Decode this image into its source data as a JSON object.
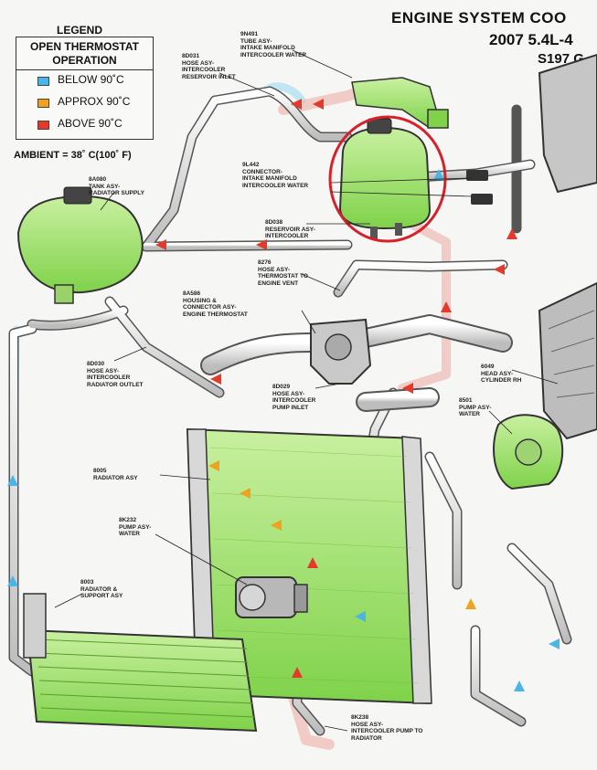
{
  "title": {
    "line1": "ENGINE SYSTEM COO",
    "line2": "2007 5.4L-4",
    "line3": "S197 G"
  },
  "legend": {
    "heading": "LEGEND",
    "header": "OPEN THERMOSTAT\nOPERATION",
    "items": [
      {
        "label": "BELOW 90˚C",
        "color": "#49b6e6"
      },
      {
        "label": "APPROX 90˚C",
        "color": "#f0a21e"
      },
      {
        "label": "ABOVE 90˚C",
        "color": "#e33a2b"
      }
    ],
    "ambient": "AMBIENT = 38˚ C(100˚ F)"
  },
  "callouts": [
    {
      "id": "tube-asy-intake-manifold",
      "text": "9N491\nTUBE ASY-\nINTAKE MANIFOLD\nINTERCOOLER WATER"
    },
    {
      "id": "hose-asy-reservoir-inlet",
      "text": "8D031\nHOSE ASY-\nINTERCOOLER\nRESERVOIR INLET"
    },
    {
      "id": "connector-intake-manifold",
      "text": "9L442\nCONNECTOR-\nINTAKE MANIFOLD\nINTERCOOLER WATER"
    },
    {
      "id": "tank-asy-radiator-supply",
      "text": "8A080\nTANK ASY-\nRADIATOR SUPPLY"
    },
    {
      "id": "reservoir-asy-intercooler",
      "text": "8D038\nRESERVOIR ASY-\nINTERCOOLER"
    },
    {
      "id": "hose-asy-thermostat-vent",
      "text": "8276\nHOSE ASY-\nTHERMOSTAT TO\nENGINE VENT"
    },
    {
      "id": "housing-engine-thermostat",
      "text": "8A586\nHOUSING &\nCONNECTOR ASY-\nENGINE THERMOSTAT"
    },
    {
      "id": "hose-asy-radiator-outlet",
      "text": "8D030\nHOSE ASY-\nINTERCOOLER\nRADIATOR OUTLET"
    },
    {
      "id": "hose-asy-pump-inlet",
      "text": "8D029\nHOSE ASY-\nINTERCOOLER\nPUMP INLET"
    },
    {
      "id": "head-asy-cylinder",
      "text": "6049\nHEAD ASY-\nCYLINDER RH"
    },
    {
      "id": "pump-asy-water-engine",
      "text": "8501\nPUMP ASY-\nWATER"
    },
    {
      "id": "radiator-asy",
      "text": "8005\nRADIATOR ASY"
    },
    {
      "id": "pump-asy-water-intercooler",
      "text": "8K232\nPUMP ASY-\nWATER"
    },
    {
      "id": "radiator-support-asy",
      "text": "8003\nRADIATOR &\nSUPPORT ASY"
    },
    {
      "id": "hose-asy-pump-to-radiator",
      "text": "8K238\nHOSE ASY-\nINTERCOOLER PUMP TO\nRADIATOR"
    }
  ]
}
